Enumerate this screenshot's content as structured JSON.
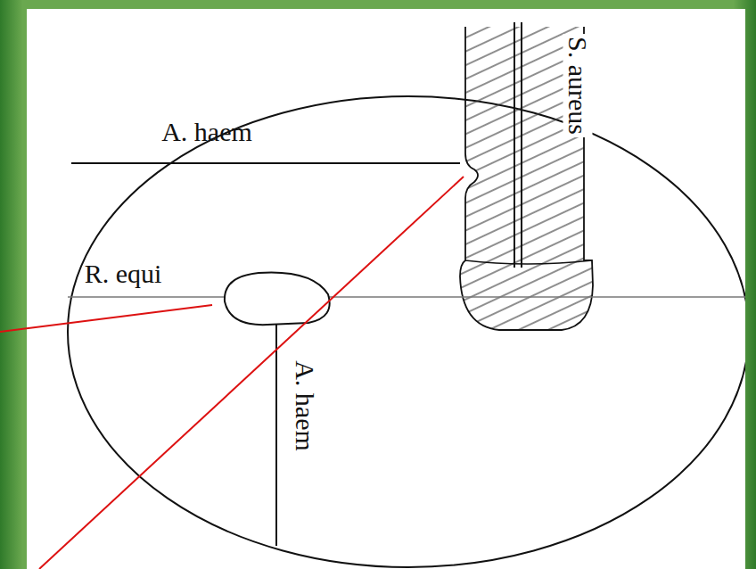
{
  "diagram": {
    "labels": [
      "A. haem",
      "S. aureus",
      "R. equi",
      "A. haem"
    ]
  }
}
